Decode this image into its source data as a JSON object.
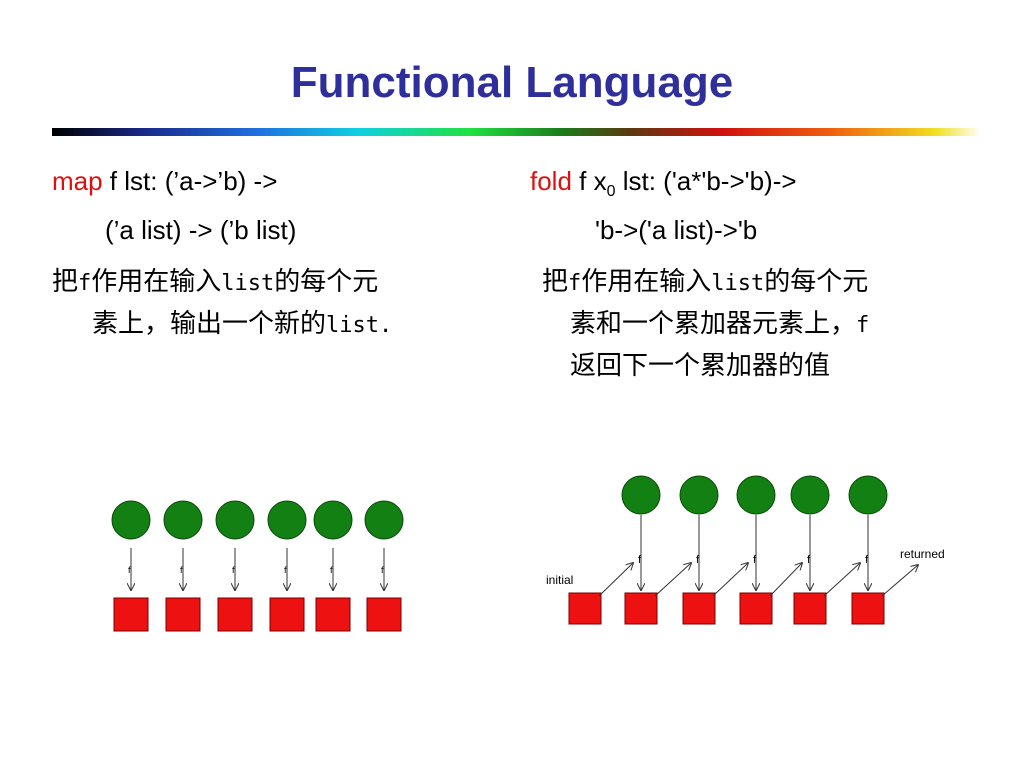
{
  "title": "Functional Language",
  "map": {
    "keyword": "map",
    "sig_line1": " f lst: (’a->’b) ->",
    "sig_line2": "(’a list) -> (’b list)",
    "desc_a": "把",
    "desc_b": "f",
    "desc_c": "作用在输入",
    "desc_d": "list",
    "desc_e": "的每个元",
    "desc2_a": "素上，输出一个新的",
    "desc2_b": "list.",
    "arrow_labels": [
      "f",
      "f",
      "f",
      "f",
      "f",
      "f"
    ]
  },
  "fold": {
    "keyword": "fold",
    "sig_line1_a": " f x",
    "sig_line1_sub": "0",
    "sig_line1_b": " lst: ('a*'b->'b)->",
    "sig_line2": "'b->('a list)->'b",
    "desc_a": "把",
    "desc_b": "f",
    "desc_c": "作用在输入",
    "desc_d": "list",
    "desc_e": "的每个元",
    "desc2_a": "素和一个累加器元素上，",
    "desc2_b": "f",
    "desc3": "返回下一个累加器的值",
    "label_initial": "initial",
    "label_returned": "returned",
    "f_labels": [
      "f",
      "f",
      "f",
      "f",
      "f"
    ]
  },
  "colors": {
    "title": "#2f2f9b",
    "keyword": "#e01010",
    "circle": "#128012",
    "square": "#ee1111"
  }
}
